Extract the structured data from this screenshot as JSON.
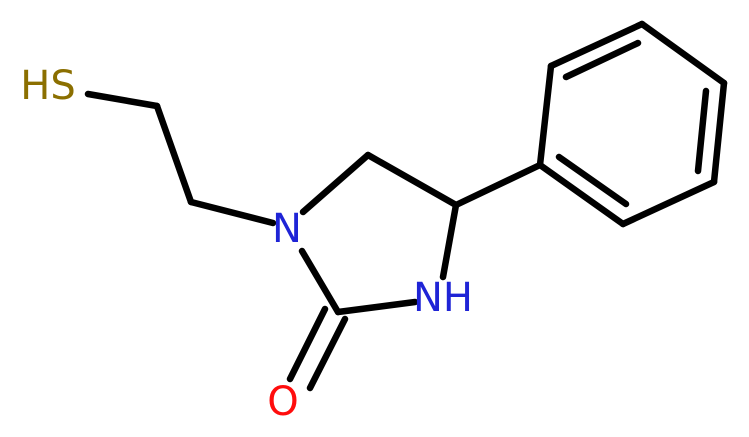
{
  "molecule": {
    "atoms": {
      "sulfur_group": {
        "label": "HS",
        "color": "#8B6F00"
      },
      "ring_nitrogen": {
        "label": "N",
        "color": "#1f24d6"
      },
      "amine_group": {
        "label": "NH",
        "color": "#1f24d6"
      },
      "carbonyl_oxygen": {
        "label": "O",
        "color": "#ff0d0d"
      }
    }
  }
}
